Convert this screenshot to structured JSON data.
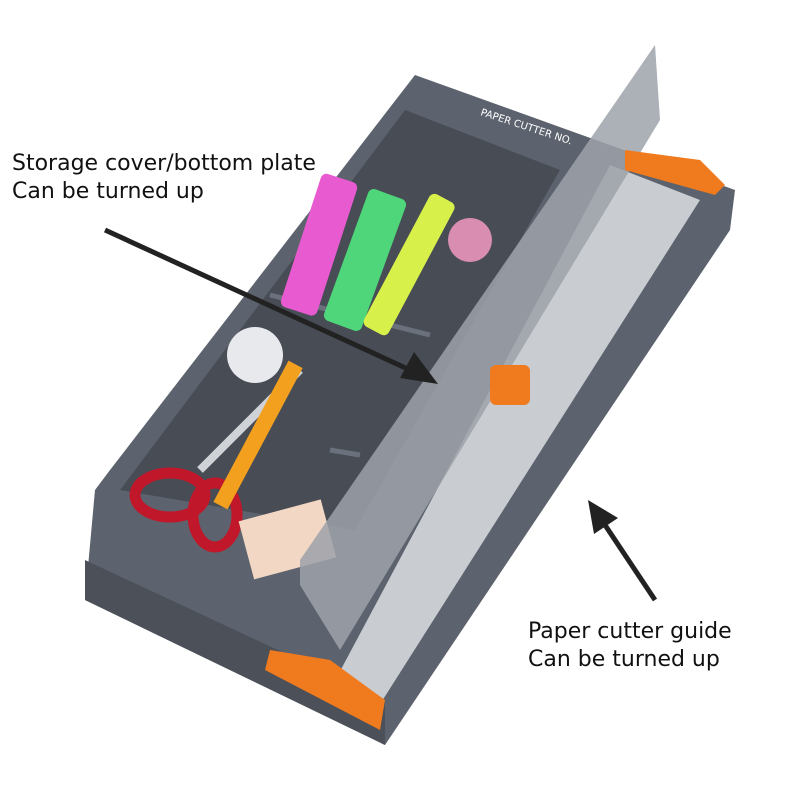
{
  "annotations": {
    "storage": {
      "line1": "Storage cover/bottom plate",
      "line2": "Can be turned up"
    },
    "guide": {
      "line1": "Paper cutter guide",
      "line2": "Can be turned up"
    }
  },
  "product": {
    "brand_text": "PAPER CUTTER NO.",
    "colors": {
      "body": "#5d636e",
      "accent": "#f07a1e",
      "guide": "#b9bcc2"
    }
  }
}
